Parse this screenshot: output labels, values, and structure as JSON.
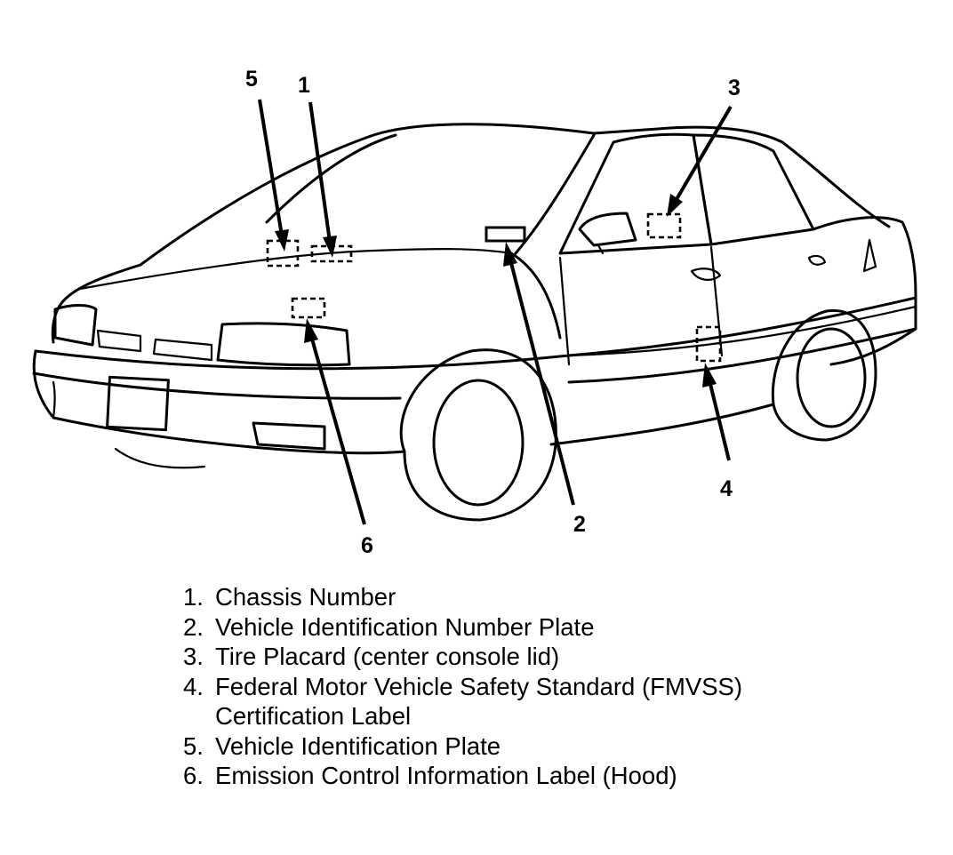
{
  "callouts": [
    {
      "num": "1"
    },
    {
      "num": "2"
    },
    {
      "num": "3"
    },
    {
      "num": "4"
    },
    {
      "num": "5"
    },
    {
      "num": "6"
    }
  ],
  "legend": [
    {
      "num": "1.",
      "text": "Chassis Number"
    },
    {
      "num": "2.",
      "text": "Vehicle Identification Number Plate"
    },
    {
      "num": "3.",
      "text": "Tire Placard (center console lid)"
    },
    {
      "num": "4.",
      "text": "Federal Motor Vehicle Safety Standard (FMVSS) Certification Label"
    },
    {
      "num": "5.",
      "text": "Vehicle Identification Plate"
    },
    {
      "num": "6.",
      "text": "Emission Control Information Label (Hood)"
    }
  ]
}
